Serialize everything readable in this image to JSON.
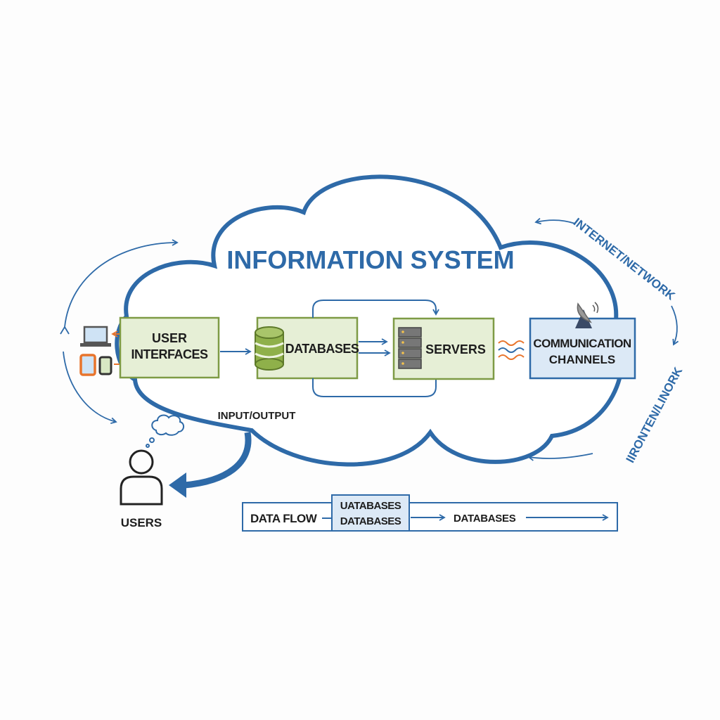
{
  "title": "INFORMATION SYSTEM",
  "nodes": {
    "user_interfaces": {
      "line1": "USER",
      "line2": "INTERFACES"
    },
    "databases": "DATABASES",
    "servers": "SERVERS",
    "communication": {
      "line1": "COMMUNICATION",
      "line2": "CHANNELS"
    }
  },
  "labels": {
    "input_output": "INPUT/OUTPUT",
    "users": "USERS",
    "internet_top": "INTERNET/NETWORK",
    "internet_bottom": "IIRONTEN/LINORK"
  },
  "data_flow": {
    "label": "DATA FLOW",
    "box_line1": "UATABASES",
    "box_line2": "DATABASES",
    "tail": "DATABASES"
  },
  "colors": {
    "cloud": "#2e6aa8",
    "green_box_fill": "#e6efd6",
    "green_box_border": "#7e9b45",
    "comm_box_fill": "#dce9f6",
    "accent_orange": "#e8742c"
  },
  "icons": [
    "laptop-icon",
    "tablet-icon",
    "phone-icon",
    "database-icon",
    "server-rack-icon",
    "satellite-dish-icon",
    "wave-signal-icon",
    "thought-cloud-icon",
    "user-icon"
  ]
}
